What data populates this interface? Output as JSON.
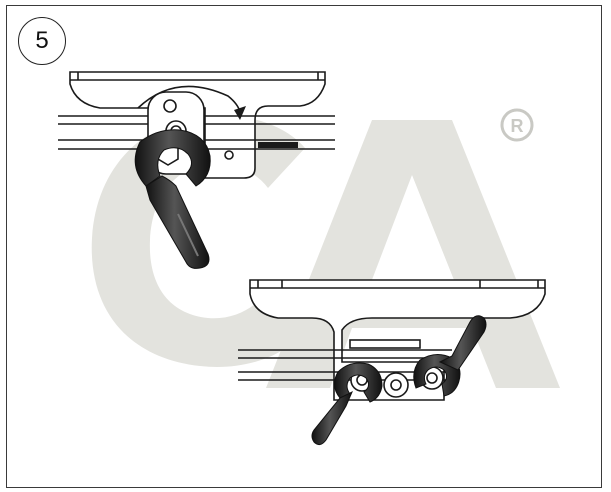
{
  "step_number": "5",
  "watermark": {
    "text": "CA",
    "registered_mark": "R",
    "color": "#e3e3de"
  },
  "colors": {
    "line": "#1a1a1a",
    "wrench": "#222222",
    "wrench_highlight": "#6a6a6a",
    "background": "#ffffff"
  },
  "icons": [
    "rotation-arrow-icon",
    "open-end-wrench-icon",
    "hex-nut-icon",
    "washer-icon"
  ]
}
